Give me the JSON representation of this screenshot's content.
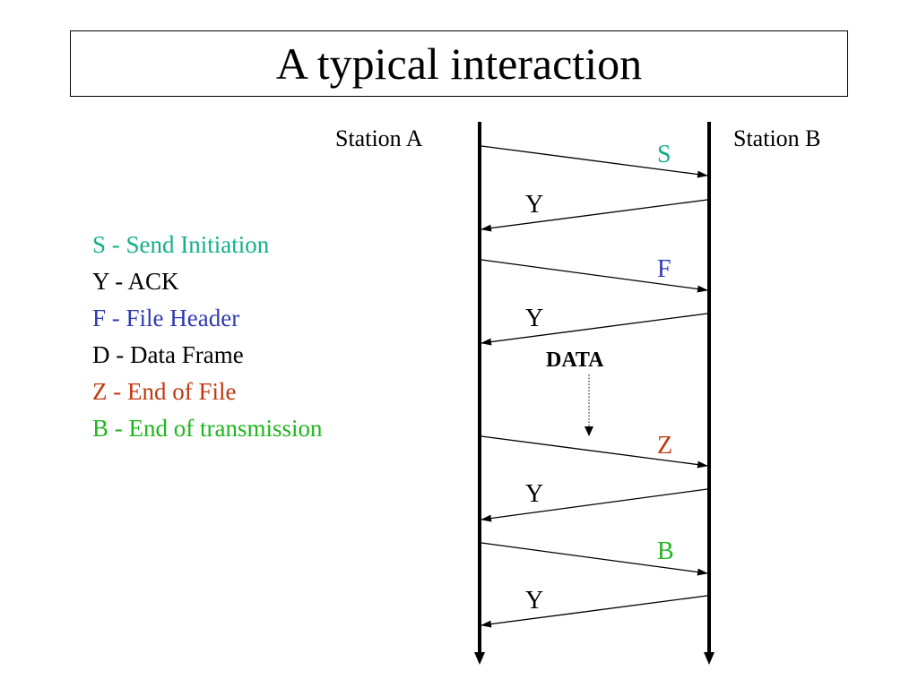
{
  "title": "A typical interaction",
  "stations": {
    "a": "Station A",
    "b": "Station B"
  },
  "legend": [
    {
      "text": "S - Send Initiation",
      "color": "#13b089"
    },
    {
      "text": "Y - ACK",
      "color": "#000000"
    },
    {
      "text": "F - File Header",
      "color": "#2e3ab0"
    },
    {
      "text": "D - Data Frame",
      "color": "#000000"
    },
    {
      "text": "Z - End of File",
      "color": "#c0380e"
    },
    {
      "text": "B - End of transmission",
      "color": "#1fb51f"
    }
  ],
  "messages": [
    {
      "label": "S",
      "direction": "A-to-B",
      "color": "#13b089"
    },
    {
      "label": "Y",
      "direction": "B-to-A",
      "color": "#000000"
    },
    {
      "label": "F",
      "direction": "A-to-B",
      "color": "#2e3ab0"
    },
    {
      "label": "Y",
      "direction": "B-to-A",
      "color": "#000000"
    },
    {
      "label": "Z",
      "direction": "A-to-B",
      "color": "#c0380e"
    },
    {
      "label": "Y",
      "direction": "B-to-A",
      "color": "#000000"
    },
    {
      "label": "B",
      "direction": "A-to-B",
      "color": "#1fb51f"
    },
    {
      "label": "Y",
      "direction": "B-to-A",
      "color": "#000000"
    }
  ],
  "data_transfer": {
    "label": "DATA"
  }
}
